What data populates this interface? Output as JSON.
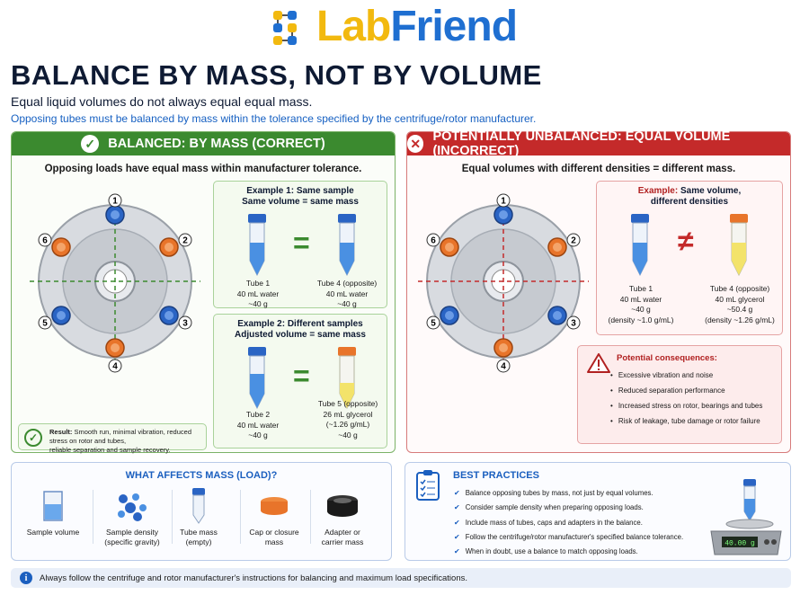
{
  "logo": {
    "text_lab": "Lab",
    "text_friend": "Friend",
    "colors": {
      "lab": "#f2b90f",
      "friend": "#1f6fd1"
    }
  },
  "title": "BALANCE BY MASS, NOT BY VOLUME",
  "subtitle": "Equal liquid volumes do not always equal equal mass.",
  "subtitle2": "Opposing tubes must be balanced by mass within the tolerance specified by the centrifuge/rotor manufacturer.",
  "balanced": {
    "header": "BALANCED: BY MASS (CORRECT)",
    "lead": "Opposing loads have equal mass within manufacturer tolerance.",
    "positions": [
      "1",
      "2",
      "3",
      "4",
      "5",
      "6"
    ],
    "example1": {
      "title": "Example 1: Same sample",
      "title2": "Same volume = same mass",
      "symbol": "=",
      "left": {
        "name": "Tube 1",
        "content": "40 mL water",
        "mass": "~40 g"
      },
      "right": {
        "name": "Tube 4 (opposite)",
        "content": "40 mL water",
        "mass": "~40 g"
      }
    },
    "example2": {
      "title": "Example 2: Different samples",
      "title2": "Adjusted volume = same mass",
      "symbol": "=",
      "left": {
        "name": "Tube 2",
        "content": "40 mL water",
        "mass": "~40 g"
      },
      "right": {
        "name": "Tube 5 (opposite)",
        "content": "26 mL glycerol",
        "density": "(~1.26 g/mL)",
        "mass": "~40 g"
      }
    },
    "result_label": "Result:",
    "result_text": "Smooth run, minimal vibration, reduced stress on rotor and tubes,",
    "result_text2": "reliable separation and sample recovery."
  },
  "unbalanced": {
    "header": "POTENTIALLY UNBALANCED: EQUAL VOLUME (INCORRECT)",
    "lead": "Equal volumes with different densities = different mass.",
    "positions": [
      "1",
      "2",
      "3",
      "4",
      "5",
      "6"
    ],
    "example": {
      "title_label": "Example:",
      "title_rest": "Same volume,",
      "title2": "different densities",
      "symbol": "≠",
      "left": {
        "name": "Tube 1",
        "content": "40 mL water",
        "mass": "~40 g",
        "density": "(density ~1.0 g/mL)"
      },
      "right": {
        "name": "Tube 4 (opposite)",
        "content": "40 mL glycerol",
        "mass": "~50.4 g",
        "density": "(density ~1.26 g/mL)"
      }
    },
    "consequences_title": "Potential consequences:",
    "consequences": [
      "Excessive vibration and noise",
      "Reduced separation performance",
      "Increased stress on rotor, bearings and tubes",
      "Risk of leakage, tube damage or rotor failure"
    ]
  },
  "affects": {
    "title": "WHAT AFFECTS MASS (LOAD)?",
    "items": [
      {
        "l1": "Sample volume",
        "l2": ""
      },
      {
        "l1": "Sample density",
        "l2": "(specific gravity)"
      },
      {
        "l1": "Tube mass",
        "l2": "(empty)"
      },
      {
        "l1": "Cap or closure",
        "l2": "mass"
      },
      {
        "l1": "Adapter or",
        "l2": "carrier mass"
      }
    ]
  },
  "best": {
    "title": "BEST PRACTICES",
    "items": [
      "Balance opposing tubes by mass, not just by equal volumes.",
      "Consider sample density when preparing opposing loads.",
      "Include mass of tubes, caps and adapters in the balance.",
      "Follow the centrifuge/rotor manufacturer's specified balance tolerance.",
      "When in doubt, use a balance to match opposing loads."
    ],
    "scale_readout": "40.00 g"
  },
  "footer": "Always follow the centrifuge and rotor manufacturer's instructions for balancing and maximum load specifications.",
  "colors": {
    "green": "#3b8a2f",
    "red": "#c42a2a",
    "blue": "#1b5fbf",
    "water": "#4a90e2",
    "glycerol": "#f3e36a",
    "orange_cap": "#e8742a",
    "blue_cap": "#2a64c4"
  }
}
